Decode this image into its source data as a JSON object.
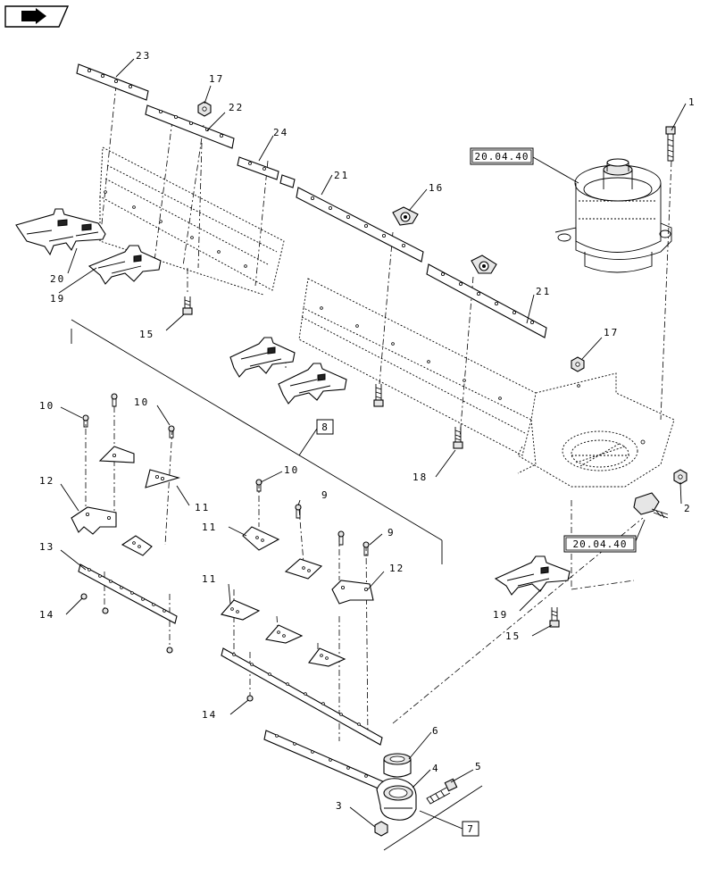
{
  "callouts": {
    "c1": "1",
    "c2": "2",
    "c3": "3",
    "c4": "4",
    "c5": "5",
    "c6": "6",
    "c9a": "9",
    "c9b": "9",
    "c10a": "10",
    "c10b": "10",
    "c10c": "10",
    "c11a": "11",
    "c11b": "11",
    "c11c": "11",
    "c12a": "12",
    "c12b": "12",
    "c13": "13",
    "c14a": "14",
    "c14b": "14",
    "c15a": "15",
    "c15b": "15",
    "c16": "16",
    "c17a": "17",
    "c17b": "17",
    "c18": "18",
    "c19a": "19",
    "c19b": "19",
    "c20": "20",
    "c21a": "21",
    "c21b": "21",
    "c22": "22",
    "c23": "23",
    "c24": "24"
  },
  "references": {
    "ref_top": "20.04.40",
    "ref_mid": "20.04.40",
    "box7": "7",
    "box8": "8"
  },
  "icons": {
    "nav": "arrow-right-icon"
  }
}
